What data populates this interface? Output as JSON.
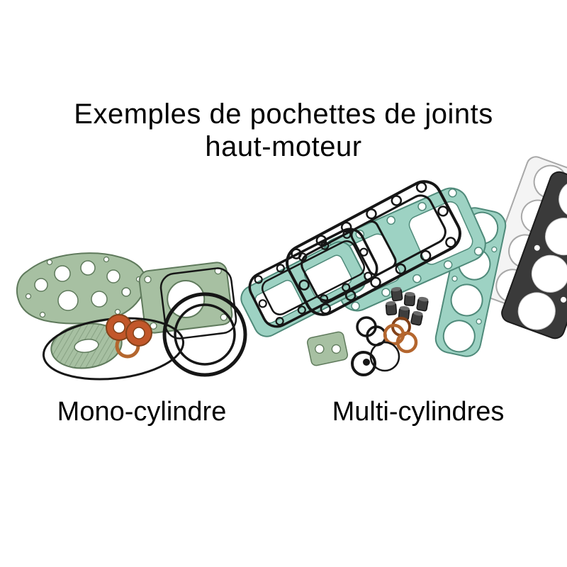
{
  "title": {
    "line1": "Exemples de pochettes de joints",
    "line2": "haut-moteur"
  },
  "groups": [
    {
      "id": "mono",
      "label": "Mono-cylindre"
    },
    {
      "id": "multi",
      "label": "Multi-cylindres"
    }
  ],
  "illustration": {
    "left_parts": [
      "cylinder-base-gasket",
      "exhaust-flange-gasket",
      "square-o-ring-gasket",
      "hatched-oval-gasket",
      "copper-washers",
      "large-o-ring",
      "double-o-rings"
    ],
    "right_parts": [
      "metal-head-gasket",
      "dark-head-gasket",
      "four-cylinder-head-gasket",
      "valve-cover-gasket-teal",
      "valve-cover-gasket-black",
      "small-cover-gasket-black",
      "valve-stem-seals",
      "o-rings",
      "copper-washers",
      "small-green-gasket",
      "oil-seal"
    ]
  },
  "colors": {
    "background": "#ffffff",
    "text": "#000000",
    "green": "#a7c0a2",
    "greenDark": "#5f7a5c",
    "teal": "#9dd2c3",
    "tealDark": "#4f8a7a",
    "copper": "#b4662e",
    "copperDark": "#83421a",
    "orange": "#c2572a",
    "ink": "#161616",
    "darkGasket": "#3a3a3a",
    "metal": "#f4f4f4",
    "metalStroke": "#a8a8a8"
  }
}
